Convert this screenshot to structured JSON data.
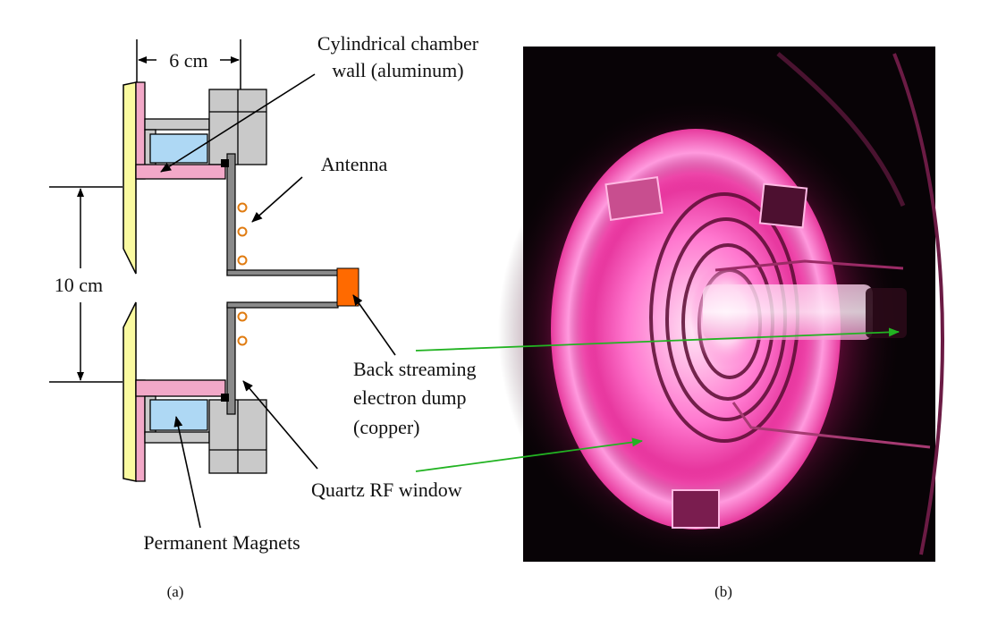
{
  "diagram": {
    "dimensions": {
      "width_label": "6 cm",
      "height_label": "10 cm"
    },
    "labels": {
      "chamber_line1": "Cylindrical chamber",
      "chamber_line2": "wall (aluminum)",
      "antenna": "Antenna",
      "dump_line1": "Back streaming",
      "dump_line2": "electron dump",
      "dump_line3": "(copper)",
      "quartz": "Quartz RF window",
      "magnets": "Permanent Magnets"
    },
    "panel_labels": {
      "a": "(a)",
      "b": "(b)"
    },
    "colors": {
      "chamber_wall": "#f2a8c8",
      "end_plate": "#fafaa0",
      "magnet": "#aed8f4",
      "flange": "#c9c9c9",
      "quartz_window": "#8a8a8a",
      "antenna": "#e07b10",
      "electron_dump": "#ff6a00",
      "leader_arrow": "#22b322",
      "plasma_glow": "#ff3fb0",
      "photo_background": "#080306"
    }
  }
}
